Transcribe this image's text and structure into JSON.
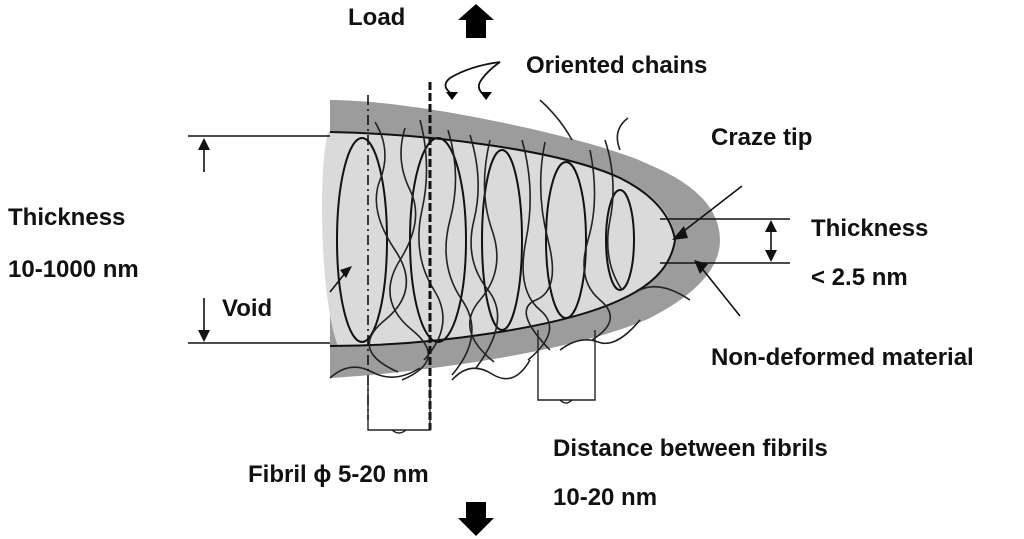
{
  "labels": {
    "load": "Load",
    "oriented_chains": "Oriented chains",
    "craze_tip": "Craze tip",
    "thickness_left_title": "Thickness",
    "thickness_left_value": "10-1000 nm",
    "void": "Void",
    "thickness_right_title": "Thickness",
    "thickness_right_value": "< 2.5 nm",
    "non_deformed": "Non-deformed material",
    "fibril": "Fibril ϕ 5-20 nm",
    "distance_title": "Distance between fibrils",
    "distance_value": "10-20 nm"
  },
  "colors": {
    "outer_band": "#9c9c9c",
    "inner_craze": "#d9d9d9",
    "line": "#111111",
    "arrow_fill": "#000000"
  }
}
